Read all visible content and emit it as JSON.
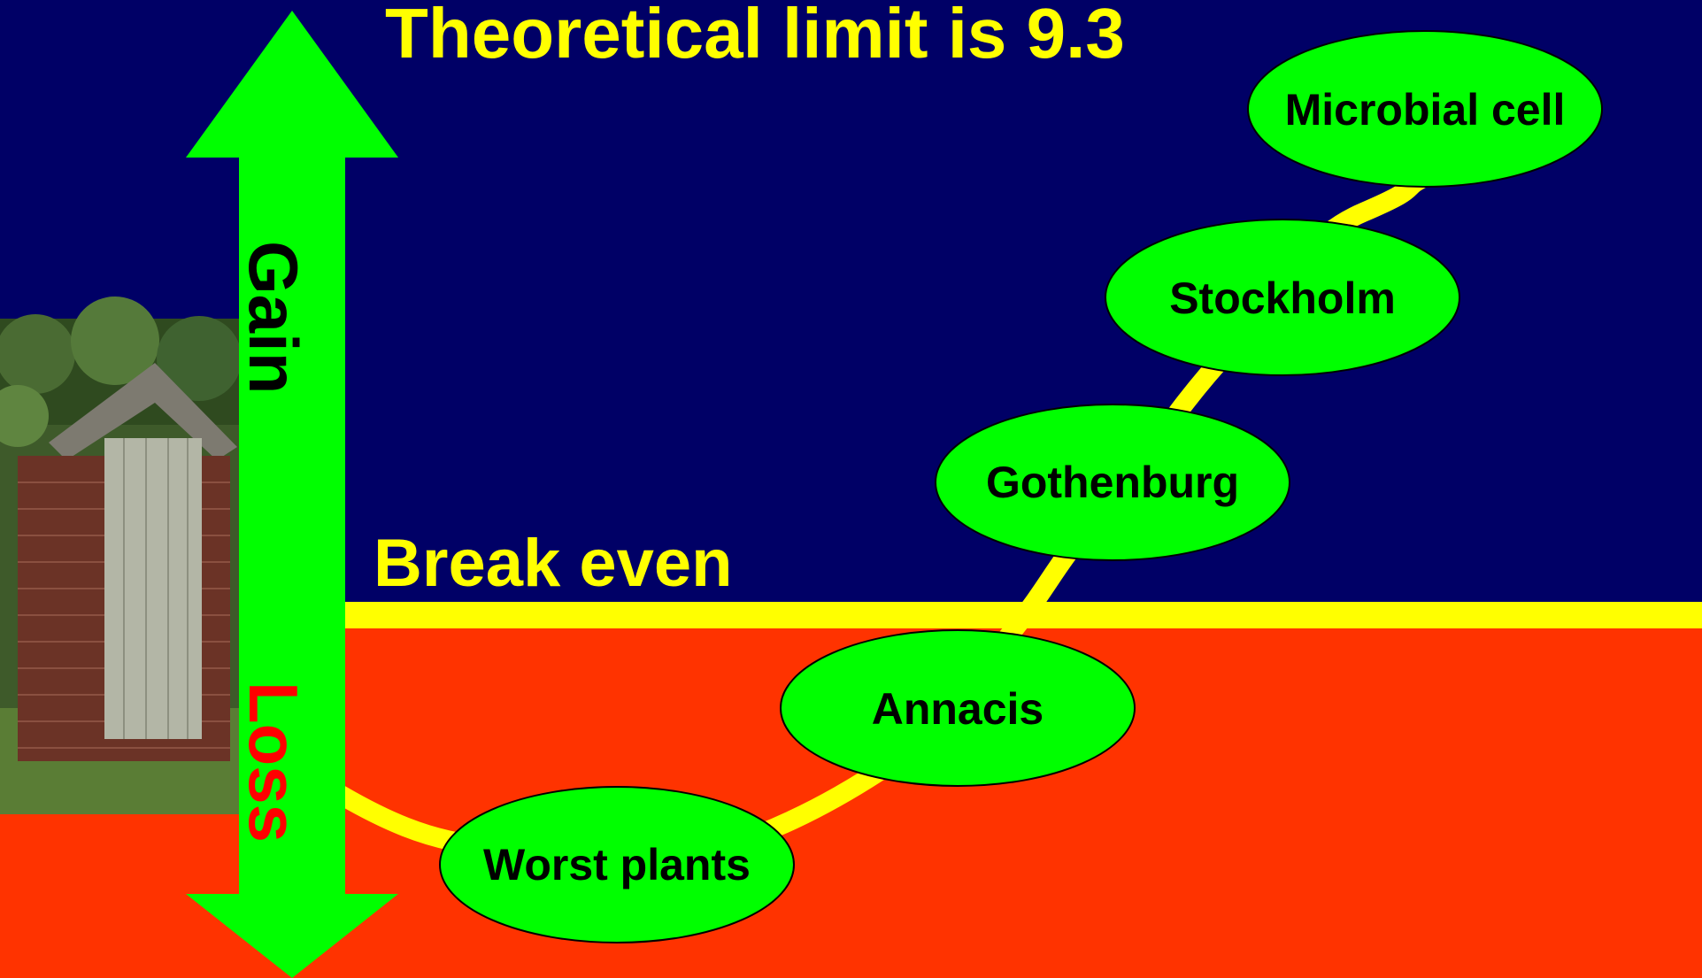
{
  "title": "Theoretical limit is 9.3",
  "break_even_label": "Break even",
  "axis": {
    "gain_label": "Gain",
    "loss_label": "Loss"
  },
  "nodes": [
    {
      "label": "Worst plants"
    },
    {
      "label": "Annacis"
    },
    {
      "label": "Gothenburg"
    },
    {
      "label": "Stockholm"
    },
    {
      "label": "Microbial cell"
    }
  ],
  "colors": {
    "gain_background": "#000066",
    "loss_background": "#FF3300",
    "break_even_line": "#FFFF00",
    "curve": "#FFFF00",
    "node_fill": "#00FF00",
    "arrow": "#00FF00",
    "title_text": "#FFFF00",
    "gain_text": "#000000",
    "loss_text": "#FF0000"
  },
  "image": {
    "name": "outhouse-photo"
  }
}
